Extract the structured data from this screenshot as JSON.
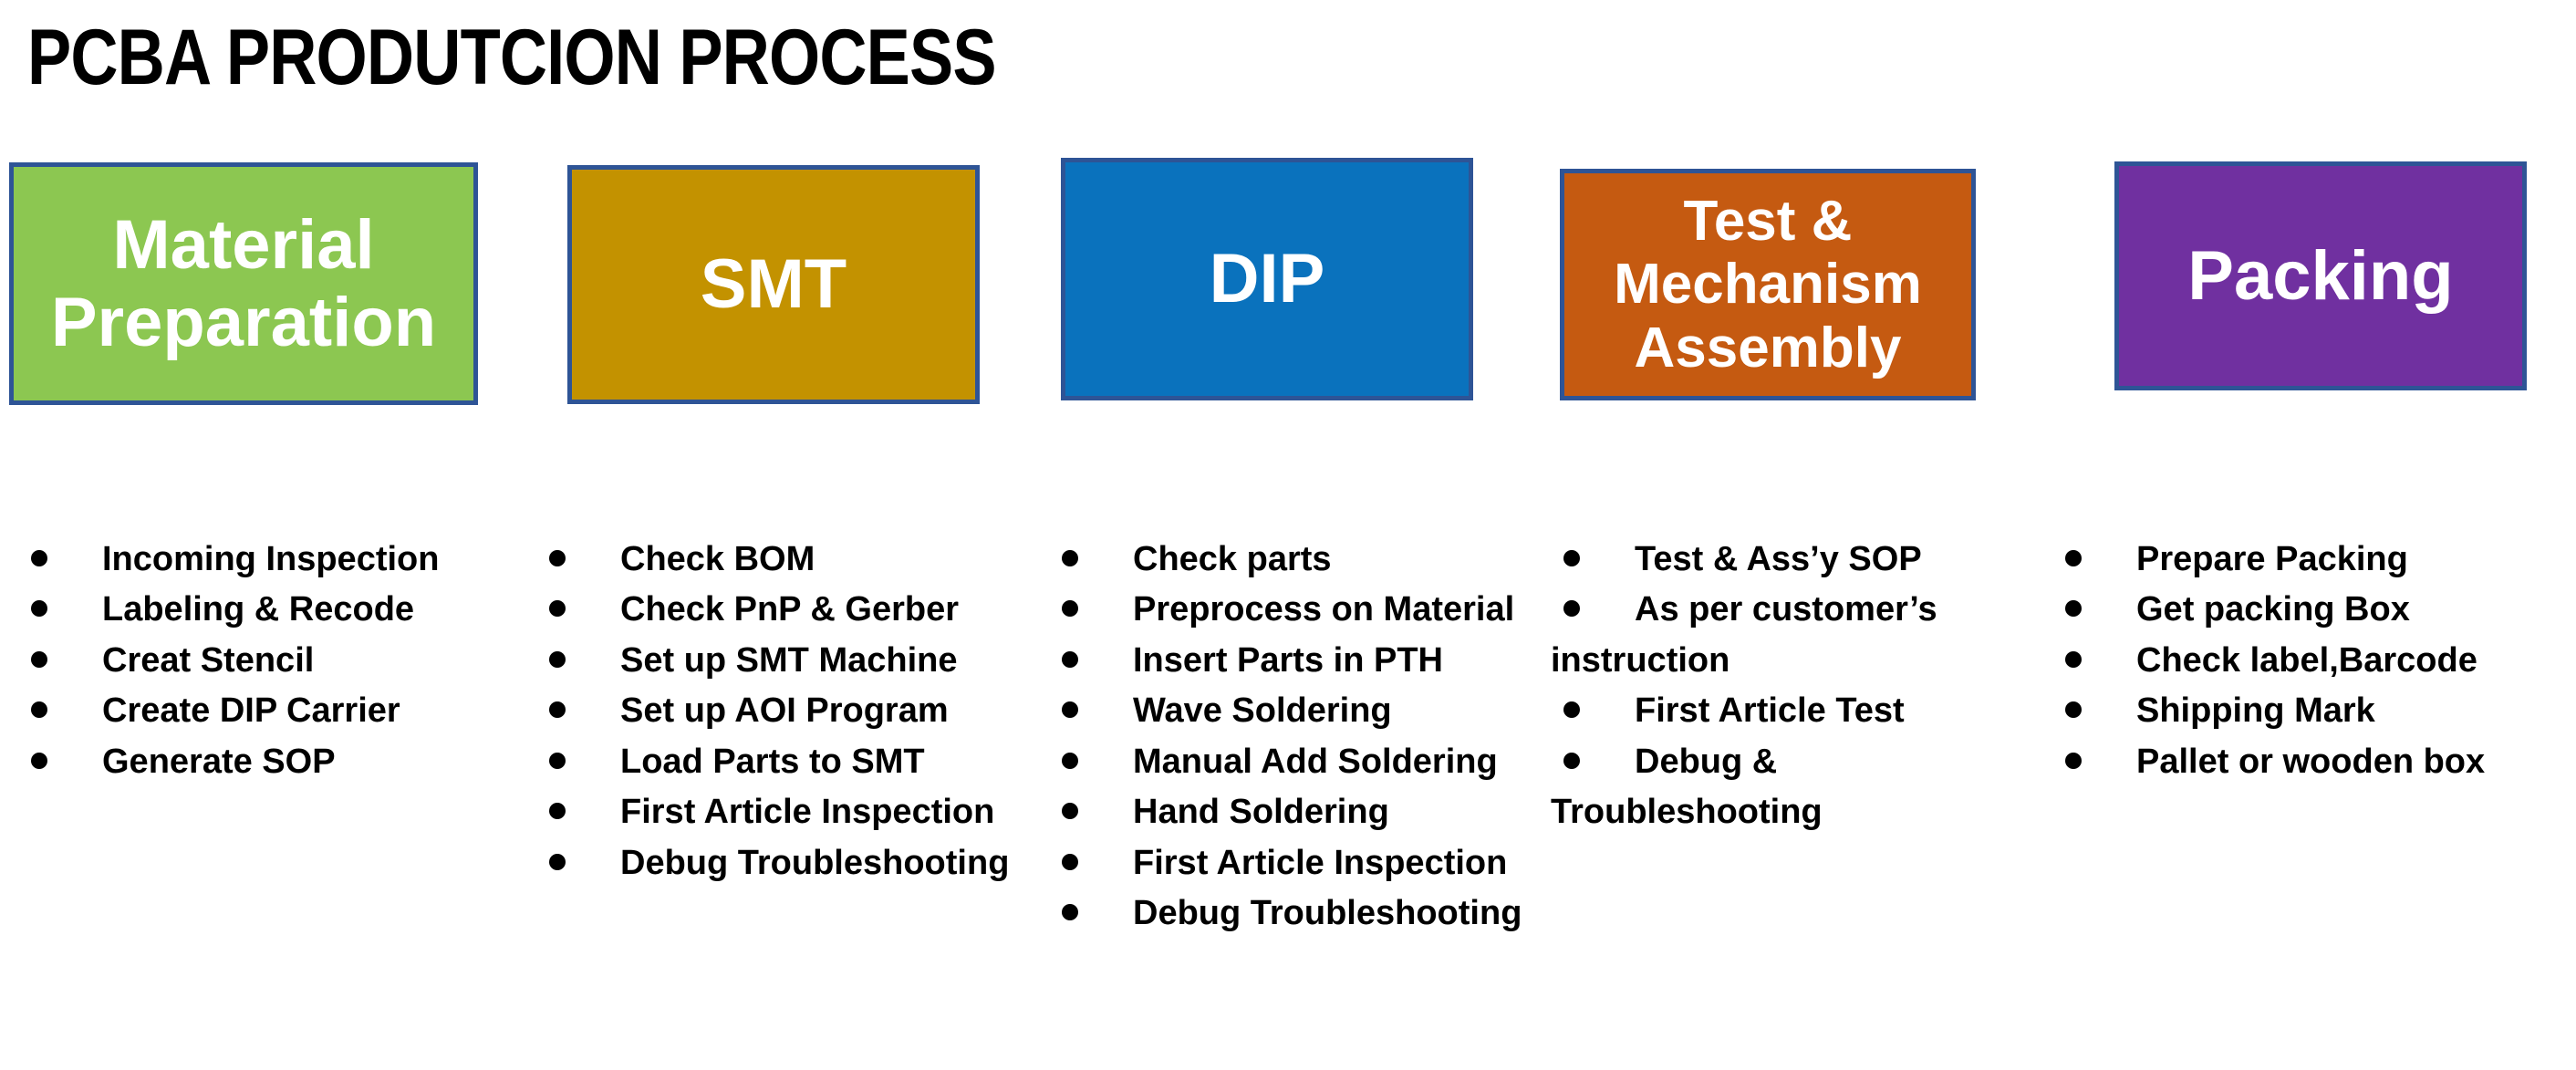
{
  "page": {
    "title": "PCBA PRODUTCION PROCESS",
    "background_color": "#ffffff",
    "text_color": "#000000"
  },
  "theme": {
    "box_border_color": "#2e5496",
    "box_text_color": "#ffffff"
  },
  "stages": [
    {
      "id": "material-preparation",
      "label": "Material\nPreparation",
      "color": "#8cc751",
      "steps": [
        "Incoming Inspection",
        "Labeling &  Recode",
        "Creat Stencil",
        "Create DIP Carrier",
        "Generate SOP"
      ]
    },
    {
      "id": "smt",
      "label": "SMT",
      "color": "#c39200",
      "steps": [
        "Check BOM",
        "Check PnP & Gerber",
        "Set up SMT Machine",
        "Set up AOI Program",
        "Load Parts to SMT",
        "First Article Inspection",
        "Debug Troubleshooting"
      ]
    },
    {
      "id": "dip",
      "label": "DIP",
      "color": "#0a72bd",
      "steps": [
        "Check parts",
        "Preprocess on Material",
        "Insert Parts in PTH",
        "Wave Soldering",
        "Manual Add Soldering",
        "Hand Soldering",
        "First Article Inspection",
        "Debug Troubleshooting"
      ]
    },
    {
      "id": "test-mechanism-assembly",
      "label": "Test &\nMechanism\nAssembly",
      "color": "#c55a11",
      "steps": [
        "Test &  Ass’y SOP",
        "As per customer’s instruction",
        "First Article Test",
        "Debug & Troubleshooting"
      ]
    },
    {
      "id": "packing",
      "label": "Packing",
      "color": "#7030a0",
      "steps": [
        "Prepare Packing",
        "Get packing Box",
        "Check label,Barcode",
        "Shipping Mark",
        "Pallet or wooden box"
      ]
    }
  ]
}
